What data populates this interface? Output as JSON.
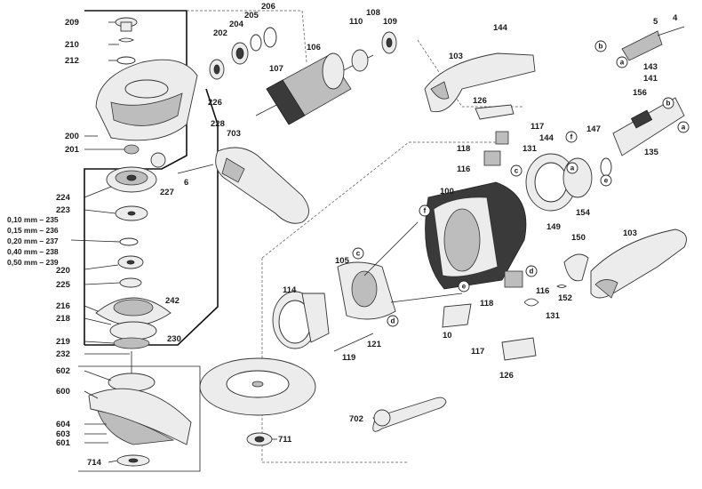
{
  "labels": {
    "l209": "209",
    "l210": "210",
    "l212": "212",
    "l200": "200",
    "l201": "201",
    "l202": "202",
    "l204": "204",
    "l205": "205",
    "l206": "206",
    "l226": "226",
    "l228": "228",
    "l703": "703",
    "l6": "6",
    "l227": "227",
    "l224": "224",
    "l223": "223",
    "l235": "0,10 mm – 235",
    "l236": "0,15 mm – 236",
    "l237": "0,20 mm – 237",
    "l238": "0,40 mm – 238",
    "l239": "0,50 mm – 239",
    "l220": "220",
    "l225": "225",
    "l242": "242",
    "l216": "216",
    "l218": "218",
    "l219": "219",
    "l230": "230",
    "l232": "232",
    "l602": "602",
    "l600": "600",
    "l604": "604",
    "l603": "603",
    "l601": "601",
    "l714": "714",
    "l711": "711",
    "l106": "106",
    "l107": "107",
    "l108": "108",
    "l109": "109",
    "l110": "110",
    "l144a": "144",
    "l103a": "103",
    "l126a": "126",
    "l117a": "117",
    "l118a": "118",
    "l131a": "131",
    "l116a": "116",
    "l100": "100",
    "l154": "154",
    "l149": "149",
    "l147": "147",
    "l144b": "144",
    "l5": "5",
    "l4": "4",
    "l143": "143",
    "l141": "141",
    "l156": "156",
    "l135": "135",
    "l150": "150",
    "l103b": "103",
    "l152": "152",
    "l105": "105",
    "l114": "114",
    "l116b": "116",
    "l118b": "118",
    "l131b": "131",
    "l121": "121",
    "l119": "119",
    "l10": "10",
    "l117b": "117",
    "l126b": "126",
    "l702": "702"
  },
  "callouts": {
    "c_a1": "a",
    "c_b1": "b",
    "c_a2": "a",
    "c_b2": "b",
    "c_a3": "a",
    "c_e1": "e",
    "c_f1": "f",
    "c_f2": "f",
    "c_c1": "c",
    "c_c2": "c",
    "c_d1": "d",
    "c_d2": "d",
    "c_e2": "e"
  }
}
